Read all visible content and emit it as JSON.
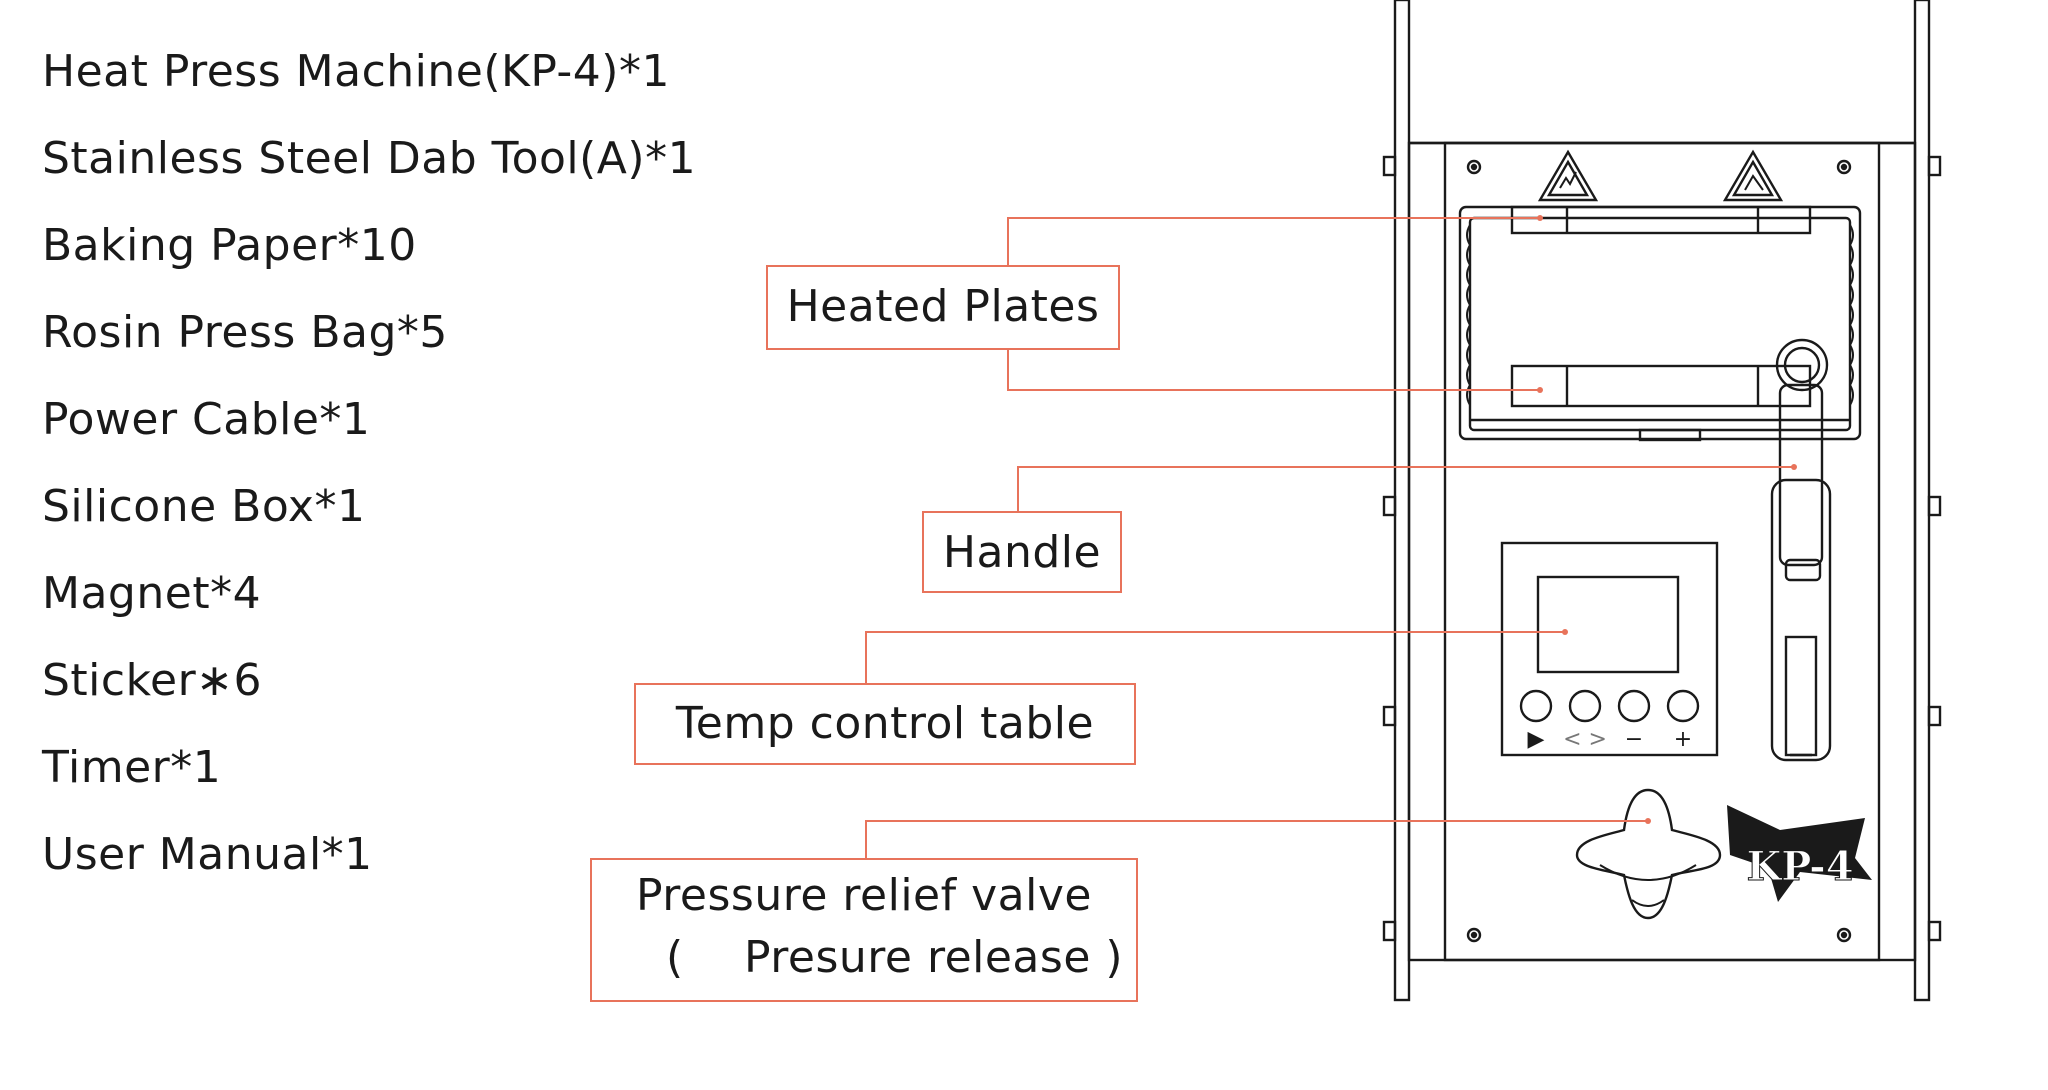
{
  "parts_list": [
    "Heat Press Machine(KP-4)*1",
    "Stainless Steel Dab Tool(A)*1",
    "Baking Paper*10",
    "Rosin Press Bag*5",
    "Power Cable*1",
    "Silicone Box*1",
    "Magnet*4",
    "Sticker∗6",
    "Timer*1",
    "User Manual*1"
  ],
  "callouts": {
    "heated_plates": "Heated Plates",
    "handle": "Handle",
    "temp_control": "Temp control table",
    "valve_line1": "Pressure relief valve",
    "valve_line2": "Presure release )"
  },
  "control_panel": {
    "button_symbols": [
      "▶",
      "< >",
      "−",
      "+"
    ]
  },
  "logo_text": "KP-4",
  "colors": {
    "callout": "#e8735b",
    "ink": "#1a1a1a"
  }
}
